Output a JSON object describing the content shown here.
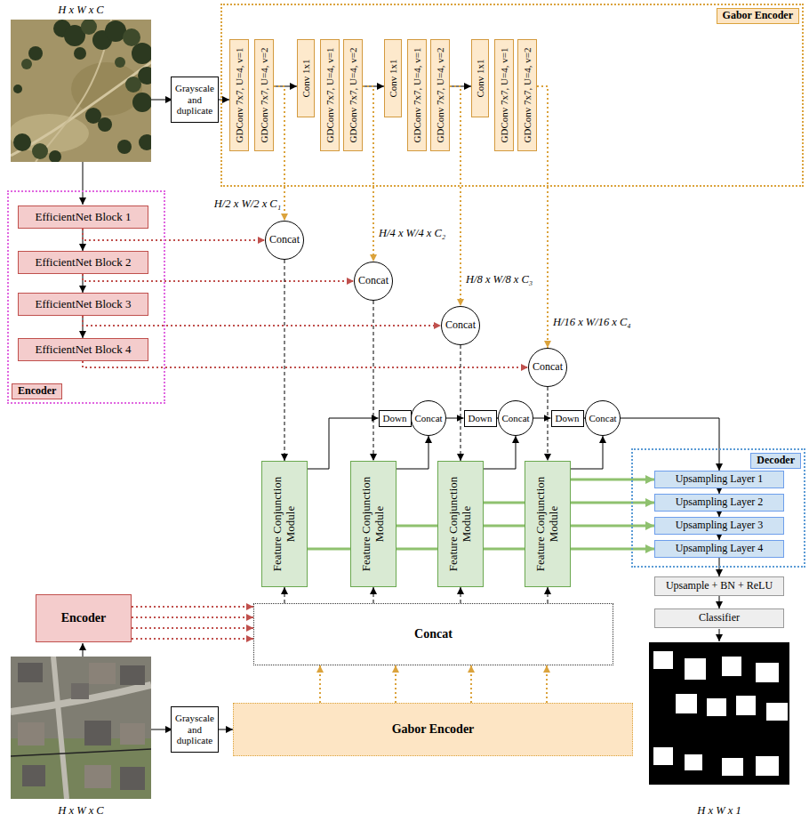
{
  "diagram": {
    "nodes": [
      {
        "text": [
          "Grayscale and duplicate"
        ]
      },
      {
        "text": [
          "Gabor Encoder"
        ]
      },
      {
        "text": [
          "GDConv 7x7, U=4, v=1"
        ],
        "in": 1
      },
      {
        "text": [
          "GDConv 7x7, U=4, v=2"
        ],
        "in": 1
      },
      {
        "text": [
          "Conv 1x1"
        ],
        "in": 1
      },
      {
        "text": [
          "GDConv 7x7, U=4, v=1"
        ],
        "in": 1
      },
      {
        "text": [
          "GDConv 7x7, U=4, v=2"
        ],
        "in": 1
      },
      {
        "text": [
          "Conv 1x1"
        ],
        "in": 1
      },
      {
        "text": [
          "GDConv 7x7, U=4, v=1"
        ],
        "in": 1
      },
      {
        "text": [
          "GDConv 7x7, U=4, v=2"
        ],
        "in": 1
      },
      {
        "text": [
          "Conv 1x1"
        ],
        "in": 1
      },
      {
        "text": [
          "GDConv 7x7, U=4, v=1"
        ],
        "in": 1
      },
      {
        "text": [
          "GDConv 7x7, U=4, v=2"
        ],
        "in": 1
      },
      {
        "text": [
          "Encoder"
        ]
      },
      {
        "text": [
          "EfficientNet Block 1"
        ],
        "in": 13
      },
      {
        "text": [
          "EfficientNet Block 2"
        ],
        "in": 13
      },
      {
        "text": [
          "EfficientNet Block 3"
        ],
        "in": 13
      },
      {
        "text": [
          "EfficientNet Block 4"
        ],
        "in": 13
      },
      {
        "text": [
          "Concat"
        ]
      },
      {
        "text": [
          "Concat"
        ]
      },
      {
        "text": [
          "Concat"
        ]
      },
      {
        "text": [
          "Concat"
        ]
      },
      {
        "text": [
          "Down"
        ]
      },
      {
        "text": [
          "Down"
        ]
      },
      {
        "text": [
          "Down"
        ]
      },
      {
        "text": [
          "Concat"
        ]
      },
      {
        "text": [
          "Concat"
        ]
      },
      {
        "text": [
          "Concat"
        ]
      },
      {
        "text": [
          "Feature Conjunction Module"
        ]
      },
      {
        "text": [
          "Feature Conjunction Module"
        ]
      },
      {
        "text": [
          "Feature Conjunction Module"
        ]
      },
      {
        "text": [
          "Feature Conjunction Module"
        ]
      },
      {
        "text": [
          "Decoder"
        ]
      },
      {
        "text": [
          "Upsampling Layer 1"
        ],
        "in": 32
      },
      {
        "text": [
          "Upsampling Layer 2"
        ],
        "in": 32
      },
      {
        "text": [
          "Upsampling Layer 3"
        ],
        "in": 32
      },
      {
        "text": [
          "Upsampling Layer 4"
        ],
        "in": 32
      },
      {
        "text": [
          "Upsample + BN + ReLU"
        ]
      },
      {
        "text": [
          "Classifier"
        ]
      },
      {
        "text": [
          "Encoder"
        ]
      },
      {
        "text": [
          "Concat"
        ]
      },
      {
        "text": [
          "Grayscale and duplicate"
        ]
      },
      {
        "text": [
          "Gabor Encoder"
        ]
      }
    ],
    "edges": [
      {
        "from": 0,
        "to": 2,
        "arrow": "to"
      },
      {
        "from": 3,
        "to": 4,
        "arrow": "to"
      },
      {
        "from": 6,
        "to": 7,
        "arrow": "to"
      },
      {
        "from": 9,
        "to": 10,
        "arrow": "to"
      },
      {
        "from": 3,
        "to": 18,
        "arrow": "to"
      },
      {
        "from": 6,
        "to": 19,
        "arrow": "to"
      },
      {
        "from": 9,
        "to": 20,
        "arrow": "to"
      },
      {
        "from": 12,
        "to": 21,
        "arrow": "to"
      },
      {
        "from": 14,
        "to": 15,
        "arrow": "to"
      },
      {
        "from": 15,
        "to": 16,
        "arrow": "to"
      },
      {
        "from": 16,
        "to": 17,
        "arrow": "to"
      },
      {
        "from": 14,
        "to": 18,
        "arrow": "to"
      },
      {
        "from": 15,
        "to": 19,
        "arrow": "to"
      },
      {
        "from": 16,
        "to": 20,
        "arrow": "to"
      },
      {
        "from": 17,
        "to": 21,
        "arrow": "to"
      },
      {
        "from": 18,
        "to": 28,
        "arrow": "to"
      },
      {
        "from": 19,
        "to": 29,
        "arrow": "to"
      },
      {
        "from": 20,
        "to": 30,
        "arrow": "to"
      },
      {
        "from": 21,
        "to": 31,
        "arrow": "to"
      },
      {
        "from": 28,
        "to": 22,
        "arrow": "to"
      },
      {
        "from": 22,
        "to": 25,
        "arrow": "to"
      },
      {
        "from": 29,
        "to": 25,
        "arrow": "to"
      },
      {
        "from": 25,
        "to": 23,
        "arrow": "to"
      },
      {
        "from": 23,
        "to": 26,
        "arrow": "to"
      },
      {
        "from": 30,
        "to": 26,
        "arrow": "to"
      },
      {
        "from": 26,
        "to": 24,
        "arrow": "to"
      },
      {
        "from": 24,
        "to": 27,
        "arrow": "to"
      },
      {
        "from": 31,
        "to": 27,
        "arrow": "to"
      },
      {
        "from": 27,
        "to": 33,
        "arrow": "to"
      },
      {
        "from": 28,
        "to": 29,
        "arrow": "none"
      },
      {
        "from": 29,
        "to": 30,
        "arrow": "none"
      },
      {
        "from": 29,
        "to": 30,
        "arrow": "none"
      },
      {
        "from": 30,
        "to": 31,
        "arrow": "none"
      },
      {
        "from": 30,
        "to": 31,
        "arrow": "none"
      },
      {
        "from": 30,
        "to": 31,
        "arrow": "none"
      },
      {
        "from": 31,
        "to": 33,
        "arrow": "to"
      },
      {
        "from": 31,
        "to": 34,
        "arrow": "to"
      },
      {
        "from": 31,
        "to": 35,
        "arrow": "to"
      },
      {
        "from": 31,
        "to": 36,
        "arrow": "to"
      },
      {
        "from": 33,
        "to": 34,
        "arrow": "to"
      },
      {
        "from": 34,
        "to": 35,
        "arrow": "to"
      },
      {
        "from": 35,
        "to": 36,
        "arrow": "to"
      },
      {
        "from": 36,
        "to": 37,
        "arrow": "to"
      },
      {
        "from": 37,
        "to": 38,
        "arrow": "to"
      },
      {
        "from": 39,
        "to": 40,
        "arrow": "to"
      },
      {
        "from": 39,
        "to": 40,
        "arrow": "to"
      },
      {
        "from": 39,
        "to": 40,
        "arrow": "to"
      },
      {
        "from": 39,
        "to": 40,
        "arrow": "to"
      },
      {
        "from": 41,
        "to": 42,
        "arrow": "to"
      },
      {
        "from": 42,
        "to": 40,
        "arrow": "to"
      },
      {
        "from": 42,
        "to": 40,
        "arrow": "to"
      },
      {
        "from": 42,
        "to": 40,
        "arrow": "to"
      },
      {
        "from": 42,
        "to": 40,
        "arrow": "to"
      },
      {
        "from": 40,
        "to": 28,
        "arrow": "to"
      },
      {
        "from": 40,
        "to": 29,
        "arrow": "to"
      },
      {
        "from": 40,
        "to": 30,
        "arrow": "to"
      },
      {
        "from": 40,
        "to": 31,
        "arrow": "to"
      }
    ],
    "labels": [
      "H x W x C",
      "H/2 x W/2 x C₁",
      "H/4 x W/4 x C₂",
      "H/8 x W/8 x C₃",
      "H/16 x W/16 x C₄",
      "H x W x C",
      "H x W x 1"
    ]
  }
}
